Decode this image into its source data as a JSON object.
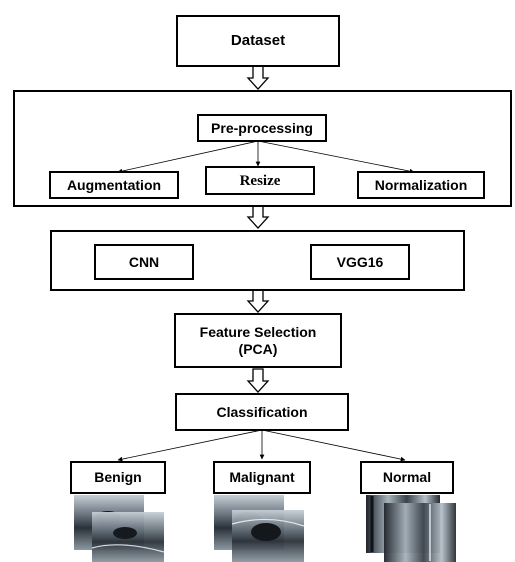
{
  "nodes": {
    "dataset": "Dataset",
    "preprocessing": "Pre-processing",
    "augmentation": "Augmentation",
    "resize": "Resize",
    "normalization": "Normalization",
    "cnn": "CNN",
    "vgg16": "VGG16",
    "feature_selection_line1": "Feature Selection",
    "feature_selection_line2": "(PCA)",
    "classification": "Classification",
    "benign": "Benign",
    "malignant": "Malignant",
    "normal": "Normal"
  },
  "icons": {
    "flow_arrow": "hollow-down-arrow",
    "branch_arrow": "thin-arrow",
    "sample_images": "ultrasound-image"
  },
  "colors": {
    "stroke": "#000000",
    "background": "#ffffff",
    "ultrasound_dark": "#2a3038",
    "ultrasound_light": "#9aa6b0"
  }
}
